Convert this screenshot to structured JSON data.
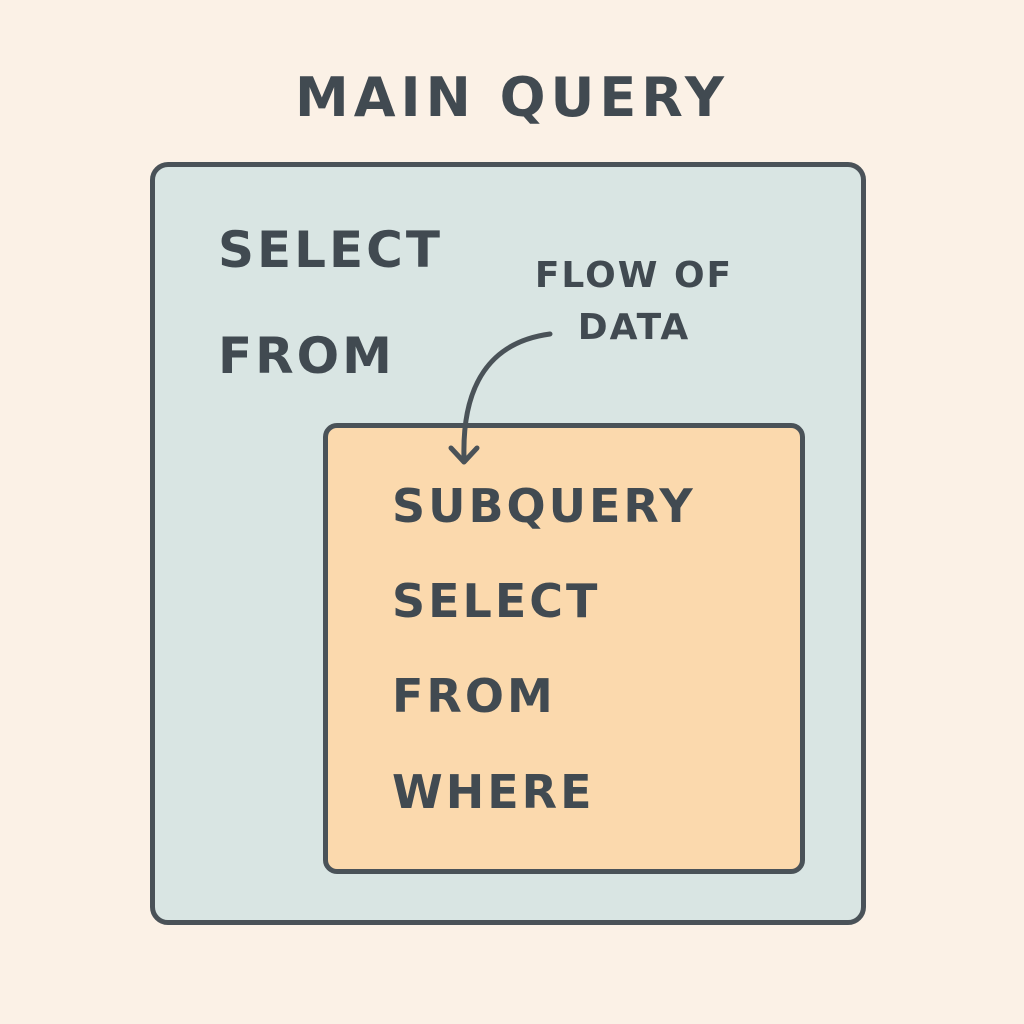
{
  "title": "MAIN QUERY",
  "main_query": {
    "keywords": [
      "SELECT",
      "FROM"
    ]
  },
  "subquery": {
    "label": "SUBQUERY",
    "keywords": [
      "SELECT",
      "FROM",
      "WHERE"
    ]
  },
  "flow": {
    "label_lines": [
      "FLOW OF",
      "DATA"
    ]
  },
  "colors": {
    "background": "#fbf1e6",
    "outer_fill": "#d9e5e3",
    "inner_fill": "#fbd9ad",
    "stroke": "#4a5258",
    "text": "#414a51"
  }
}
